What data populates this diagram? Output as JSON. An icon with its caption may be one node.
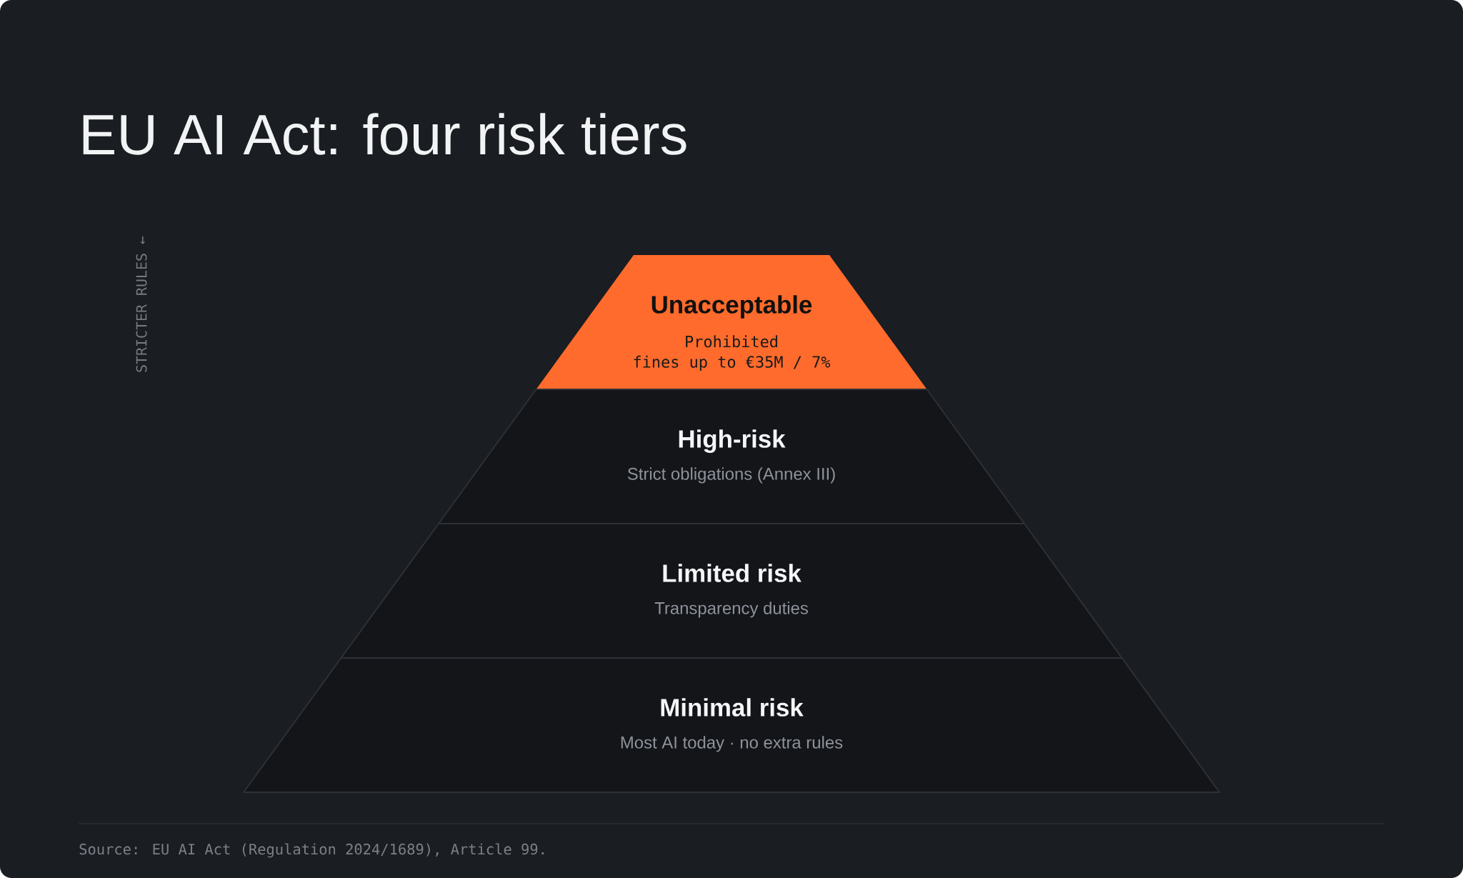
{
  "diagram": {
    "title": "EU AI Act: four risk tiers",
    "nodes": [
      {
        "text": [
          "Unacceptable",
          "Prohibited",
          "fines up to €35M / 7%"
        ]
      },
      {
        "text": [
          "High-risk",
          "Strict obligations (Annex III)"
        ]
      },
      {
        "text": [
          "Limited risk",
          "Transparency duties"
        ]
      },
      {
        "text": [
          "Minimal risk",
          "Most AI today · no extra rules"
        ]
      }
    ],
    "labels": [
      "STRICTER RULES ←"
    ],
    "caption": "Source: EU AI Act (Regulation 2024/1689), Article 99."
  }
}
